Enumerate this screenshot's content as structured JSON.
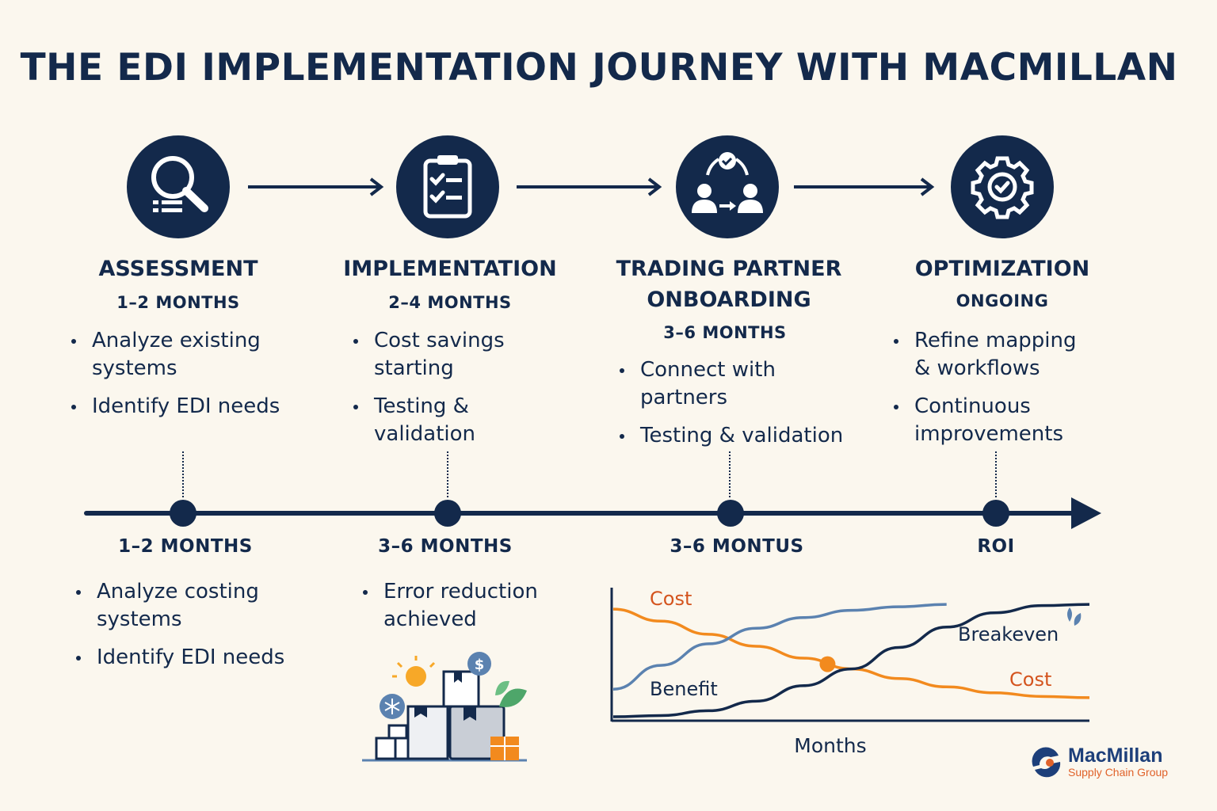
{
  "title": "THE EDI IMPLEMENTATION JOURNEY WITH MACMILLAN",
  "stages": [
    {
      "icon": "magnifier-list-icon",
      "title": "ASSESSMENT",
      "duration": "1–2 MONTHS",
      "bullets": [
        "Analyze existing systems",
        "Identify EDI needs"
      ]
    },
    {
      "icon": "clipboard-checklist-icon",
      "title": "IMPLEMENTATION",
      "duration": "2–4 MONTHS",
      "bullets": [
        "Cost savings starting",
        "Testing & validation"
      ]
    },
    {
      "icon": "partners-exchange-icon",
      "title": "TRADING PARTNER ONBOARDING",
      "duration": "3–6 MONTHS",
      "bullets": [
        "Connect with partners",
        "Testing & validation"
      ]
    },
    {
      "icon": "gear-check-icon",
      "title": "OPTIMIZATION",
      "duration": "ONGOING",
      "bullets": [
        "Refine mapping & workflows",
        "Continuous improvements"
      ]
    }
  ],
  "timeline": {
    "labels": [
      "1–2 MONTHS",
      "3–6 MONTHS",
      "3–6 MONTUS",
      "ROI"
    ],
    "lower_bullets_1": [
      "Analyze costing systems",
      "Identify EDI needs"
    ],
    "lower_bullets_2": [
      "Error reduction achieved"
    ]
  },
  "chart_data": {
    "type": "line",
    "xlabel": "Months",
    "ylabel": "",
    "labels": {
      "cost_top": "Cost",
      "cost_right": "Cost",
      "benefit": "Benefit",
      "breakeven": "Breakeven"
    },
    "series": [
      {
        "name": "Cost",
        "color": "#f28a1e",
        "x": [
          0,
          10,
          20,
          30,
          40,
          50,
          60,
          70,
          80,
          90,
          100
        ],
        "y": [
          92,
          82,
          71,
          61,
          51,
          42,
          34,
          27,
          22,
          19,
          18
        ]
      },
      {
        "name": "Benefit",
        "color": "#13294b",
        "x": [
          0,
          10,
          20,
          30,
          40,
          50,
          60,
          70,
          80,
          90,
          100
        ],
        "y": [
          2,
          3,
          7,
          15,
          28,
          42,
          60,
          77,
          89,
          95,
          96
        ]
      },
      {
        "name": "",
        "color": "#5b82b0",
        "x": [
          0,
          10,
          20,
          30,
          40,
          50,
          60,
          70
        ],
        "y": [
          25,
          45,
          63,
          76,
          85,
          91,
          94,
          96
        ]
      }
    ],
    "breakeven_point": {
      "x": 45,
      "y": 46
    },
    "ylim": [
      0,
      110
    ],
    "xlim": [
      0,
      100
    ]
  },
  "logo": {
    "name": "MacMillan",
    "subtitle": "Supply Chain Group"
  },
  "colors": {
    "navy": "#13294b",
    "orange": "#f28a1e",
    "cost_label": "#d4541e",
    "blue": "#5b82b0",
    "background": "#fbf7ee"
  }
}
